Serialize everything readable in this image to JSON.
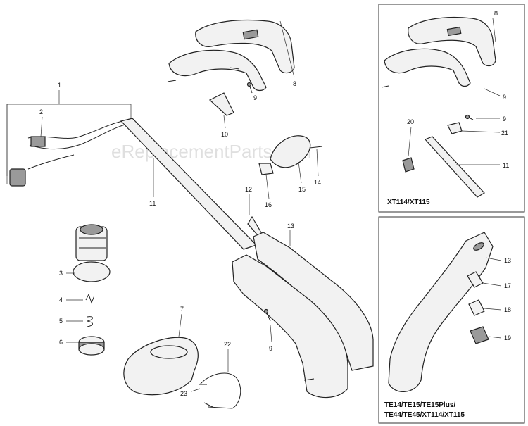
{
  "watermark": "eReplacementParts.com",
  "inset_top": {
    "caption": "XT114/XT115",
    "labels": [
      "8",
      "9",
      "9",
      "20",
      "21",
      "11"
    ]
  },
  "inset_bottom": {
    "caption_line1": "TE14/TE15/TE15Plus/",
    "caption_line2": "TE44/TE45/XT114/XT115",
    "labels": [
      "13",
      "17",
      "18",
      "19"
    ]
  },
  "main_labels": [
    "1",
    "2",
    "3",
    "4",
    "5",
    "6",
    "7",
    "8",
    "9",
    "10",
    "11",
    "12",
    "13",
    "9",
    "14",
    "15",
    "16",
    "22",
    "23"
  ]
}
